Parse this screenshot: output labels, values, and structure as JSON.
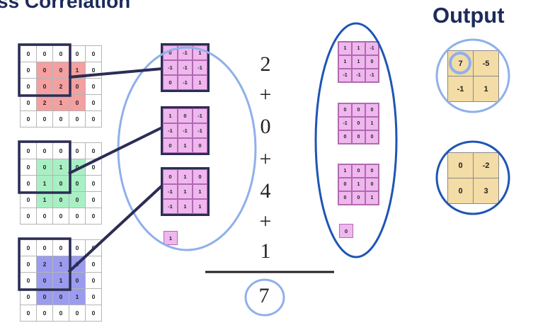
{
  "title": "ss Correlation",
  "output_label": "Output",
  "inputs": [
    {
      "values": [
        [
          "0",
          "0",
          "0",
          "0",
          "0"
        ],
        [
          "0",
          "0",
          "0",
          "1",
          "0"
        ],
        [
          "0",
          "0",
          "2",
          "0",
          "0"
        ],
        [
          "0",
          "2",
          "1",
          "0",
          "0"
        ],
        [
          "0",
          "0",
          "0",
          "0",
          "0"
        ]
      ],
      "color": "#f4a0a0"
    },
    {
      "values": [
        [
          "0",
          "0",
          "0",
          "0",
          "0"
        ],
        [
          "0",
          "0",
          "1",
          "0",
          "0"
        ],
        [
          "0",
          "1",
          "0",
          "0",
          "0"
        ],
        [
          "0",
          "1",
          "0",
          "0",
          "0"
        ],
        [
          "0",
          "0",
          "0",
          "0",
          "0"
        ]
      ],
      "color": "#a8f0c4"
    },
    {
      "values": [
        [
          "0",
          "0",
          "0",
          "0",
          "0"
        ],
        [
          "0",
          "2",
          "1",
          "0",
          "0"
        ],
        [
          "0",
          "0",
          "1",
          "0",
          "0"
        ],
        [
          "0",
          "0",
          "0",
          "1",
          "0"
        ],
        [
          "0",
          "0",
          "0",
          "0",
          "0"
        ]
      ],
      "color": "#9b9bf0"
    }
  ],
  "kernels_a": [
    [
      [
        "0",
        "-1",
        "1"
      ],
      [
        "-1",
        "-1",
        "-1"
      ],
      [
        "0",
        "-1",
        "1"
      ]
    ],
    [
      [
        "1",
        "0",
        "-1"
      ],
      [
        "-1",
        "-1",
        "-1"
      ],
      [
        "0",
        "1",
        "0"
      ]
    ],
    [
      [
        "0",
        "1",
        "0"
      ],
      [
        "-1",
        "1",
        "1"
      ],
      [
        "-1",
        "1",
        "1"
      ]
    ]
  ],
  "bias_a": "1",
  "kernels_b": [
    [
      [
        "1",
        "1",
        "-1"
      ],
      [
        "1",
        "1",
        "0"
      ],
      [
        "-1",
        "-1",
        "-1"
      ]
    ],
    [
      [
        "0",
        "0",
        "0"
      ],
      [
        "-1",
        "0",
        "1"
      ],
      [
        "0",
        "0",
        "0"
      ]
    ],
    [
      [
        "1",
        "0",
        "0"
      ],
      [
        "0",
        "1",
        "0"
      ],
      [
        "0",
        "0",
        "1"
      ]
    ]
  ],
  "bias_b": "0",
  "sum": {
    "terms": [
      "2",
      "+",
      "0",
      "+",
      "4",
      "+",
      "1"
    ],
    "result": "7"
  },
  "outputs": [
    [
      [
        "7",
        "-5"
      ],
      [
        "-1",
        "1"
      ]
    ],
    [
      [
        "0",
        "-2"
      ],
      [
        "0",
        "3"
      ]
    ]
  ],
  "colors": {
    "dark_navy": "#2b2d55",
    "light_blue_ellipse": "#8fb0ea",
    "dark_blue_ellipse": "#1f55b5",
    "kernel_pink": "#efb7ee",
    "output_tan": "#f3dca6"
  }
}
